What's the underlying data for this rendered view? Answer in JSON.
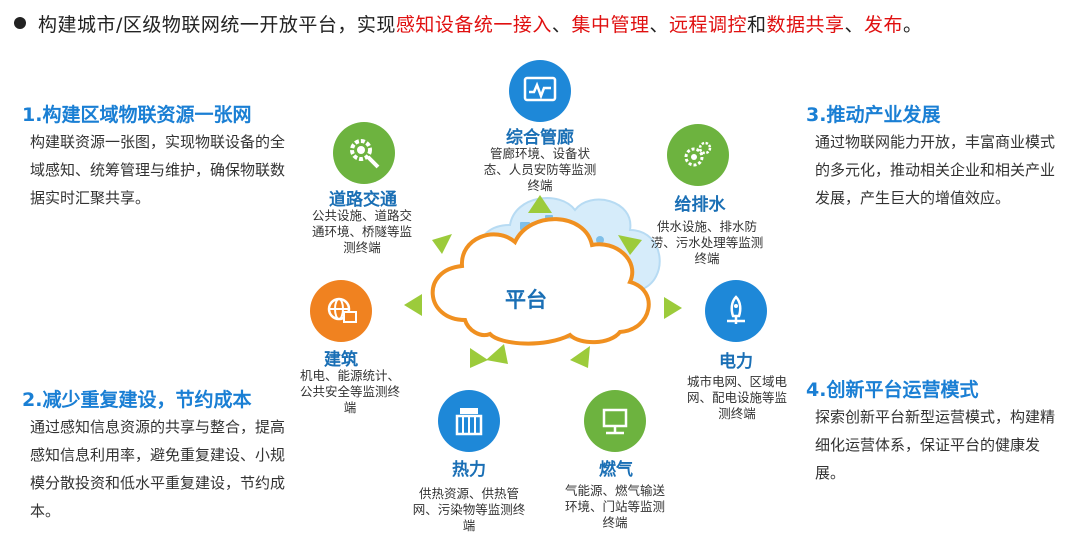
{
  "header": {
    "prefix": "构建城市/区级物联网统一开放平台，实现",
    "parts": [
      {
        "text": "感知设备统一接入",
        "red": true
      },
      {
        "text": "、",
        "red": false
      },
      {
        "text": "集中管理",
        "red": true
      },
      {
        "text": "、",
        "red": false
      },
      {
        "text": "远程调控",
        "red": true
      },
      {
        "text": "和",
        "red": false
      },
      {
        "text": "数据共享",
        "red": true
      },
      {
        "text": "、",
        "red": false
      },
      {
        "text": "发布",
        "red": true
      },
      {
        "text": "。",
        "red": false
      }
    ]
  },
  "sides": {
    "s1": {
      "title": "1.构建区域物联资源一张网",
      "body": "构建联资源一张图，实现物联设备的全域感知、统筹管理与维护，确保物联数据实时汇聚共享。"
    },
    "s2": {
      "title": "2.减少重复建设，节约成本",
      "body": "通过感知信息资源的共享与整合，提高感知信息利用率，避免重复建设、小规模分散投资和低水平重复建设，节约成本。"
    },
    "s3": {
      "title": "3.推动产业发展",
      "body": "通过物联网能力开放，丰富商业模式的多元化，推动相关企业和相关产业发展，产生巨大的增值效应。"
    },
    "s4": {
      "title": "4.创新平台运营模式",
      "body": "探索创新平台新型运营模式，构建精细化运营体系，保证平台的健康发展。"
    }
  },
  "platform": {
    "label": "平台"
  },
  "nodes": {
    "pipe": {
      "title": "综合管廊",
      "desc": "管廊环境、设备状态、人员安防等监测终端",
      "icon": "monitor-icon",
      "color": "#1e88d8"
    },
    "road": {
      "title": "道路交通",
      "desc": "公共设施、道路交通环境、桥隧等监测终端",
      "icon": "gear-search-icon",
      "color": "#6db33f"
    },
    "water": {
      "title": "给排水",
      "desc": "供水设施、排水防涝、污水处理等监测终端",
      "icon": "gears-icon",
      "color": "#6db33f"
    },
    "build": {
      "title": "建筑",
      "desc": "机电、能源统计、公共安全等监测终端",
      "icon": "globe-screen-icon",
      "color": "#f08220"
    },
    "power": {
      "title": "电力",
      "desc": "城市电网、区域电网、配电设施等监测终端",
      "icon": "rocket-icon",
      "color": "#1e88d8"
    },
    "heat": {
      "title": "热力",
      "desc": "供热资源、供热管网、污染物等监测终端",
      "icon": "heat-device-icon",
      "color": "#1e88d8"
    },
    "gas": {
      "title": "燃气",
      "desc": "气能源、燃气输送环境、门站等监测终端",
      "icon": "laptop-icon",
      "color": "#6db33f"
    }
  },
  "colors": {
    "accent_blue": "#1a7fd4",
    "highlight_red": "#e01010",
    "arrow_green": "#9ccb3b"
  }
}
